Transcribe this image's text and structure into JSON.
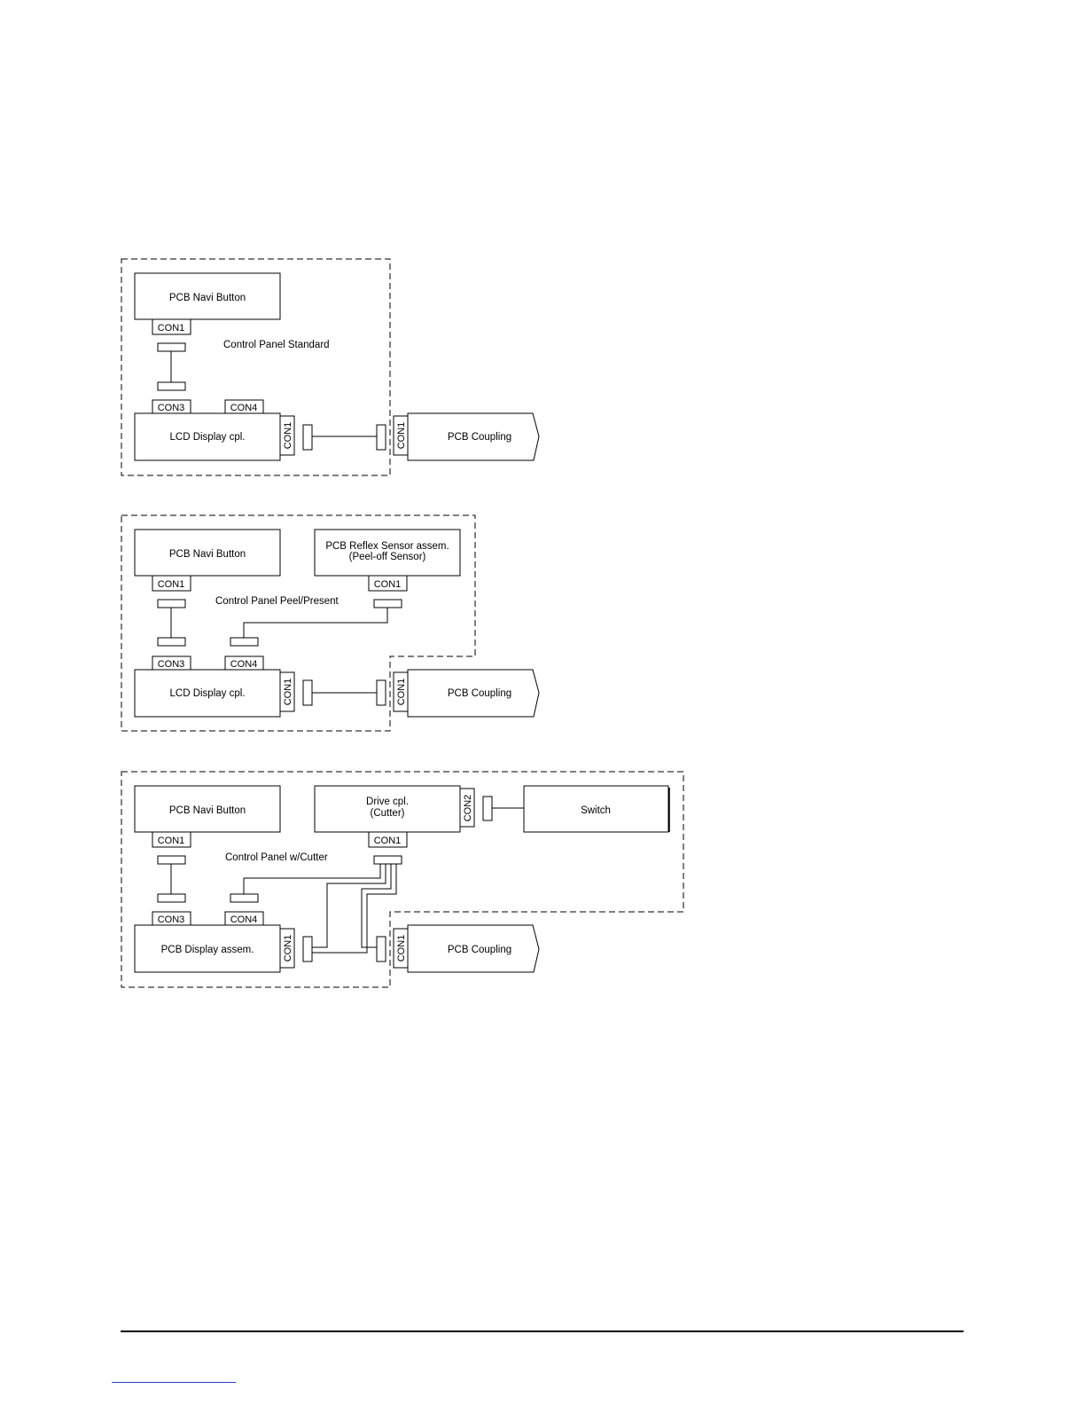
{
  "diagram": {
    "panel_standard": {
      "title": "Control Panel Standard",
      "navi_button": "PCB Navi Button",
      "navi_con1": "CON1",
      "con3": "CON3",
      "con4": "CON4",
      "display": "LCD Display cpl.",
      "display_con1": "CON1",
      "coupling_con1": "CON1",
      "coupling": "PCB Coupling"
    },
    "panel_peel": {
      "title": "Control Panel Peel/Present",
      "navi_button": "PCB Navi Button",
      "navi_con1": "CON1",
      "sensor_line1": "PCB Reflex Sensor assem.",
      "sensor_line2": "(Peel-off Sensor)",
      "sensor_con1": "CON1",
      "con3": "CON3",
      "con4": "CON4",
      "display": "LCD Display cpl.",
      "display_con1": "CON1",
      "coupling_con1": "CON1",
      "coupling": "PCB Coupling"
    },
    "panel_cutter": {
      "title": "Control Panel w/Cutter",
      "navi_button": "PCB Navi Button",
      "navi_con1": "CON1",
      "drive_line1": "Drive cpl.",
      "drive_line2": "(Cutter)",
      "drive_con1": "CON1",
      "drive_con2": "CON2",
      "switch": "Switch",
      "con3": "CON3",
      "con4": "CON4",
      "display": "PCB Display assem.",
      "display_con1": "CON1",
      "coupling_con1": "CON1",
      "coupling": "PCB Coupling"
    }
  }
}
